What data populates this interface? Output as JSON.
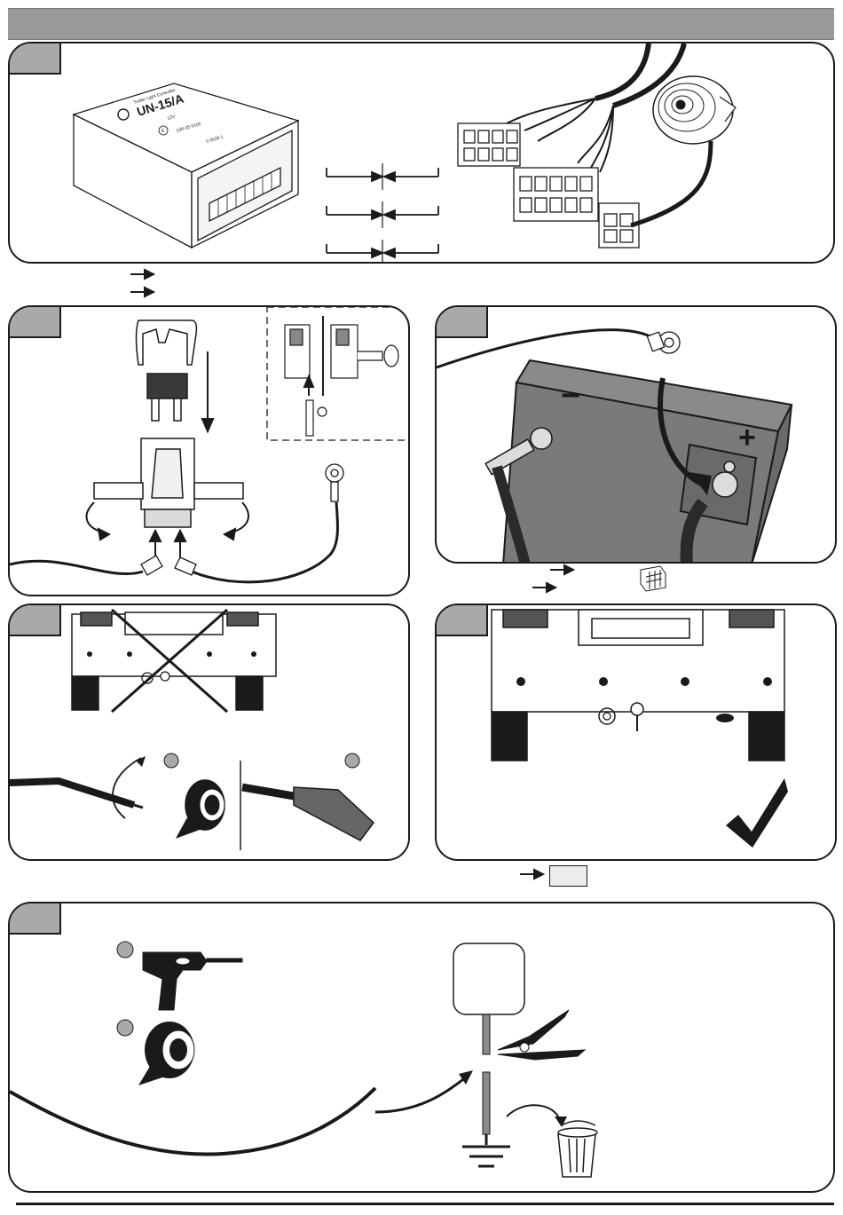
{
  "module": {
    "brand_label": "Trailer Light Controller",
    "model": "UN-15/A",
    "voltage": "12V",
    "approval": "E",
    "approval_code": "10R-05 0116",
    "serial": "0 5028 1"
  },
  "colors": {
    "header_bar": "#9a9a9a",
    "step_tab": "#a9a9a9",
    "battery": "#7a7a7a",
    "outline": "#1a1a1a"
  },
  "icons": [
    "arrow-right-icon",
    "connector-icon",
    "checkmark-icon",
    "cross-icon",
    "drill-icon",
    "tape-icon",
    "pliers-icon",
    "ground-icon",
    "trash-icon"
  ]
}
